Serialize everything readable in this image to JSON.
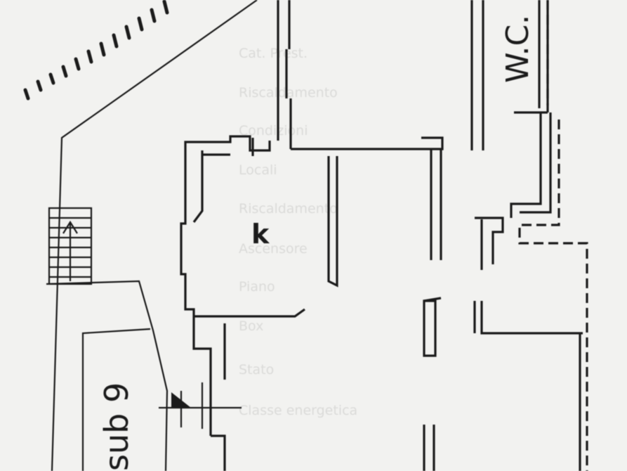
{
  "labels": {
    "kitchen": "k",
    "wc": "W.C.",
    "sub": "sub 9"
  },
  "ghost_text": [
    "Cat. Prest.",
    "Riscaldamento",
    "Condizioni",
    "Locali",
    "Riscaldamento",
    "Ascensore",
    "Piano",
    "Box",
    "Stato",
    "Classe energetica"
  ],
  "colors": {
    "ink": "#1b1b1b",
    "paper": "#f2f2f0",
    "ghost": "#c8c8c6"
  }
}
